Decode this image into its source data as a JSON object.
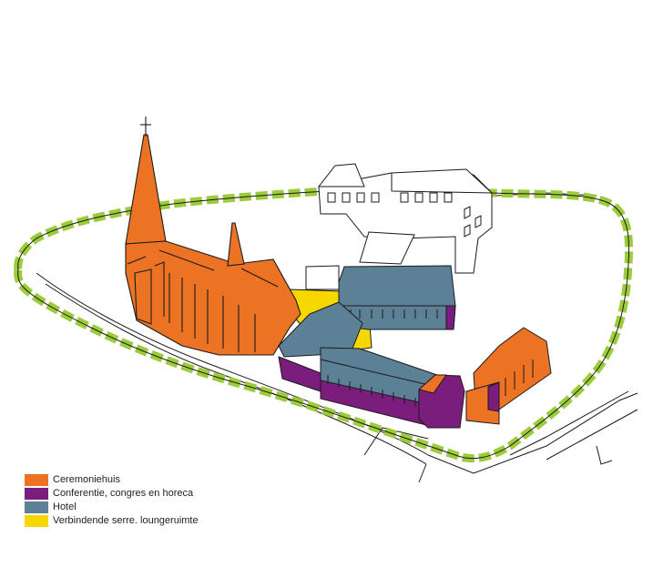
{
  "colors": {
    "ceremony": "#ec7324",
    "conference": "#7b1d7d",
    "hotel": "#5c8196",
    "connecting": "#f6d800",
    "route": "#9ccb3b",
    "outline": "#1a1a1a",
    "background": "#ffffff"
  },
  "legend": {
    "items": [
      {
        "label": "Ceremoniehuis",
        "color": "#ec7324"
      },
      {
        "label": "Conferentie, congres en horeca",
        "color": "#7b1d7d"
      },
      {
        "label": "Hotel",
        "color": "#5c8196"
      },
      {
        "label": "Verbindende serre. loungeruimte",
        "color": "#f6d800"
      }
    ]
  },
  "icons": {
    "church": "church-building-icon",
    "route": "dashed-green-route"
  }
}
